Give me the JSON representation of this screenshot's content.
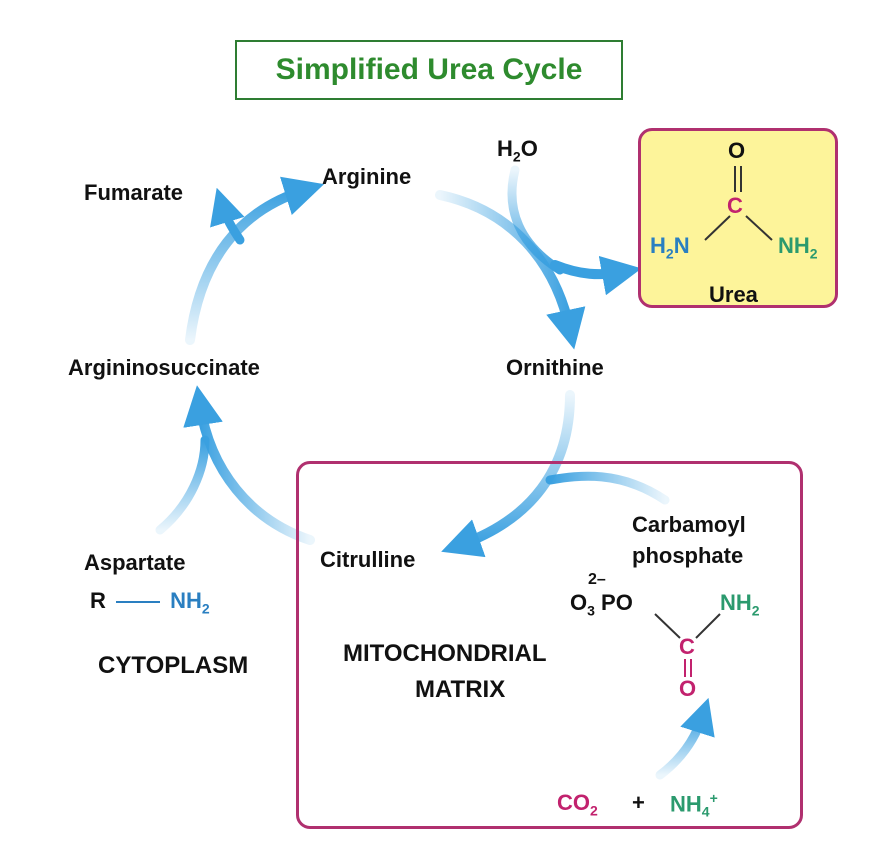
{
  "title": "Simplified Urea Cycle",
  "nodes": {
    "arginine": "Arginine",
    "fumarate": "Fumarate",
    "argininosuccinate": "Argininosuccinate",
    "ornithine": "Ornithine",
    "citrulline": "Citrulline",
    "aspartate": "Aspartate",
    "carbamoyl_line1": "Carbamoyl",
    "carbamoyl_line2": "phosphate"
  },
  "water": {
    "main": "H",
    "sub": "2",
    "tail": "O"
  },
  "urea": {
    "label": "Urea",
    "o": "O",
    "c": "C",
    "h2n_main": "H",
    "h2n_sub": "2",
    "h2n_tail": "N",
    "nh2_main": "NH",
    "nh2_sub": "2"
  },
  "aspartate_formula": {
    "r": "R",
    "nh_main": "NH",
    "nh_sub": "2"
  },
  "carbamoyl_formula": {
    "charge": "2–",
    "o_main": "O",
    "o_sub": "3",
    "po": "PO",
    "c": "C",
    "o": "O",
    "nh2_main": "NH",
    "nh2_sub": "2"
  },
  "reactants": {
    "co2_main": "CO",
    "co2_sub": "2",
    "plus": "+",
    "nh4_main": "NH",
    "nh4_sub": "4",
    "nh4_sup": "+"
  },
  "regions": {
    "cytoplasm": "CYTOPLASM",
    "matrix_line1": "MITOCHONDRIAL",
    "matrix_line2": "MATRIX"
  },
  "colors": {
    "title_green": "#2e8b2e",
    "arrow_blue": "#3aa0e0",
    "box_magenta": "#b0306f",
    "urea_fill": "#fdf49a"
  }
}
